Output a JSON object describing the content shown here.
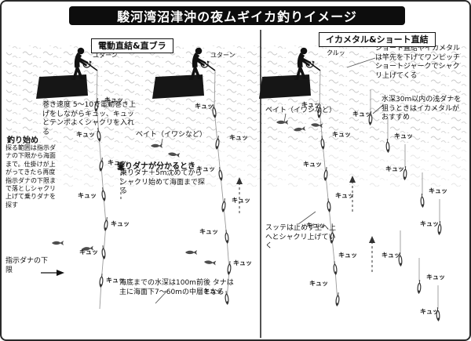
{
  "title": "駿河湾沼津沖の夜ムギイカ釣りイメージ",
  "colors": {
    "title_bg": "#0d0d0d",
    "ink": "#111111",
    "water_wave": "#c6c6c6"
  },
  "labels": {
    "kyu": "キュッ"
  },
  "left": {
    "label": "電動直結&直ブラ",
    "reel_action": "ユターン",
    "winding_note": "巻き速度 5〜10で電動巻き上げをしながらキュッ、キュッとテンポよくシャクリを入れる",
    "start_heading": "釣り始め",
    "start_note": "探る範囲は指示ダナの下限から海面まで。仕掛けが上がってきたら再度指示ダナの下限まで落としシャクリ上げて乗りダナを探す",
    "bait_label": "ベイト（イワシなど）",
    "noridana_heading": "乗りダナが分かるとき",
    "noridana_note": "乗りダナ＋5m沈めてからシャクリ始めて海面まで探る",
    "shijidana_label": "指示ダナの下限",
    "depth_note": "海底までの水深は100m前後 タナは主に海面下7〜60mの中層となる"
  },
  "right": {
    "label": "イカメタル&ショート直結",
    "reel_action": "クルッ",
    "jerk_note": "ショート直結やイカメタルは竿先を下げてワンピッチショートジャークでシャクリ上げてくる",
    "bait_label": "ベイト（イワシなど）",
    "metal_note": "水深30m以内の浅ダナを狙うときはイカメタルがおすすめ",
    "sutte_note": "スッテは止めず上へ上へとシャクリ上げていく"
  }
}
